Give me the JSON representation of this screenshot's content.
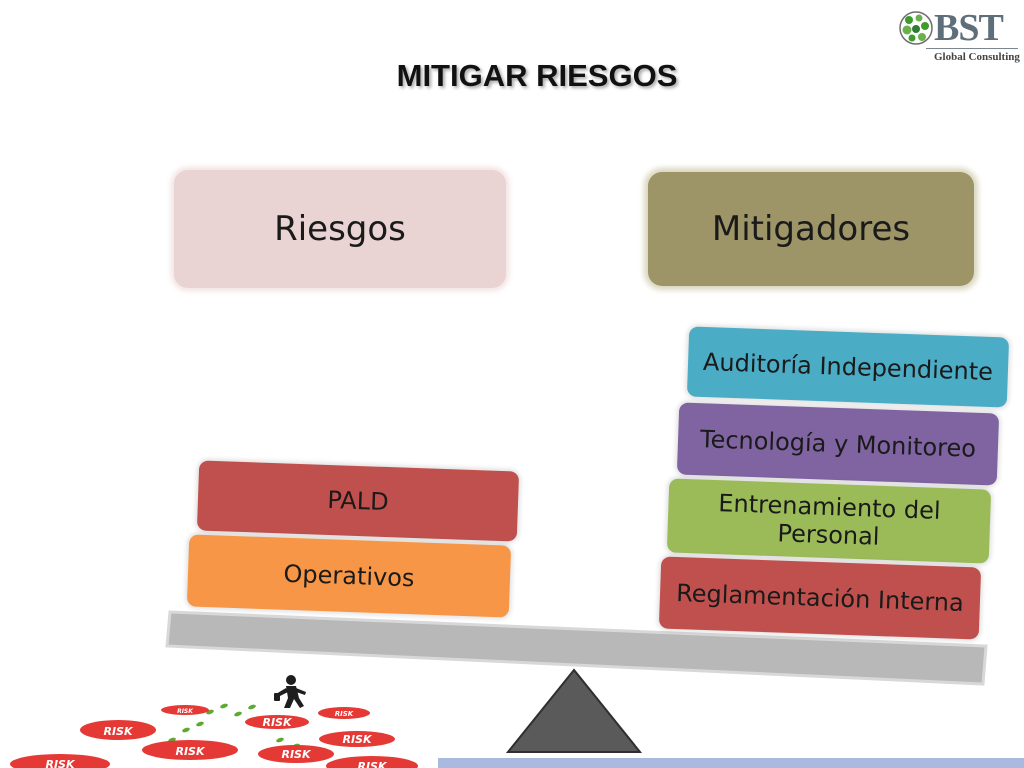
{
  "title": "MITIGAR RIESGOS",
  "logo": {
    "wordmark": "BST",
    "subtitle": "Global Consulting"
  },
  "headers": {
    "left": "Riesgos",
    "right": "Mitigadores"
  },
  "risks": [
    "PALD",
    "Operativos"
  ],
  "mitigators": [
    "Auditoría Independiente",
    "Tecnología y Monitoreo",
    "Entrenamiento del Personal",
    "Reglamentación Interna"
  ],
  "risk_badges": [
    "RISK",
    "RISK",
    "RISK",
    "RISK",
    "RISK",
    "RISK",
    "RISK",
    "RISK",
    "RISK"
  ],
  "colors": {
    "riesgos_header": "#ead3d3",
    "mitigadores_header": "#9d9467",
    "pald": "#c0504d",
    "operativos": "#f79646",
    "auditoria": "#4bacc6",
    "tecnologia": "#8064a2",
    "entrenamiento": "#9bbb59",
    "reglamentacion": "#c0504d",
    "risk_badge": "#e53935",
    "beam": "#b5b5b5",
    "fulcrum": "#5a5a5a"
  },
  "icons": [
    "globe-icon",
    "walking-person-icon",
    "footprints-icon"
  ]
}
